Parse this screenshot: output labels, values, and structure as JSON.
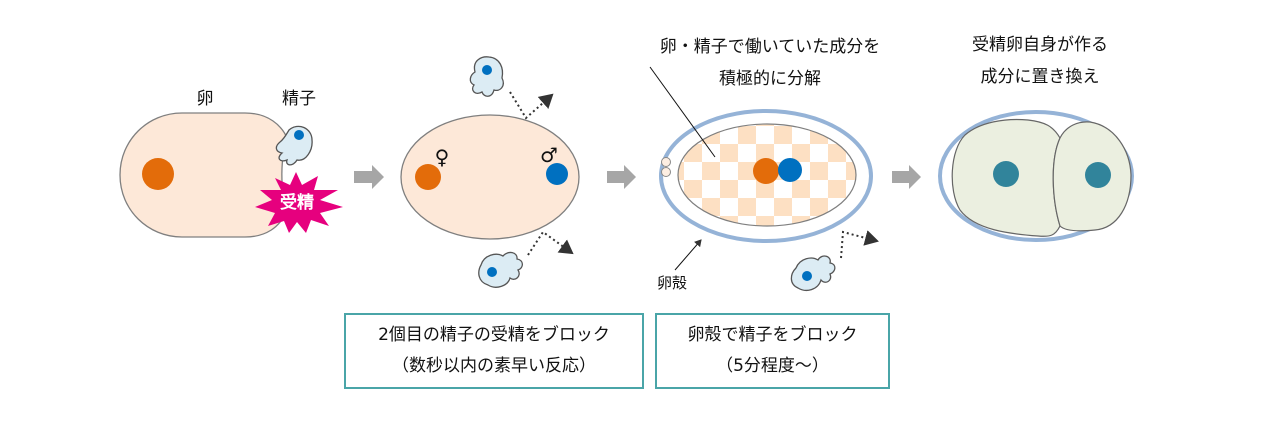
{
  "stage1": {
    "egg_label": "卵",
    "sperm_label": "精子",
    "fertilization_label": "受精"
  },
  "stage2": {
    "female_symbol": "♀",
    "male_symbol": "♂"
  },
  "stage3": {
    "caption_line1": "卵・精子で働いていた成分を",
    "caption_line2": "積極的に分解",
    "shell_label": "卵殻"
  },
  "stage4": {
    "caption_line1": "受精卵自身が作る",
    "caption_line2": "成分に置き換え"
  },
  "boxes": [
    {
      "line1": "2個目の精子の受精をブロック",
      "line2": "（数秒以内の素早い反応）"
    },
    {
      "line1": "卵殻で精子をブロック",
      "line2": "（5分程度～）"
    }
  ],
  "colors": {
    "egg": "#fde8d8",
    "female_nucleus": "#e36c0a",
    "male_nucleus": "#0070c0",
    "zygote_nucleus": "#31849b",
    "shell": "#95b3d7",
    "burst": "#e6007e",
    "box_border": "#4aa5a8"
  }
}
